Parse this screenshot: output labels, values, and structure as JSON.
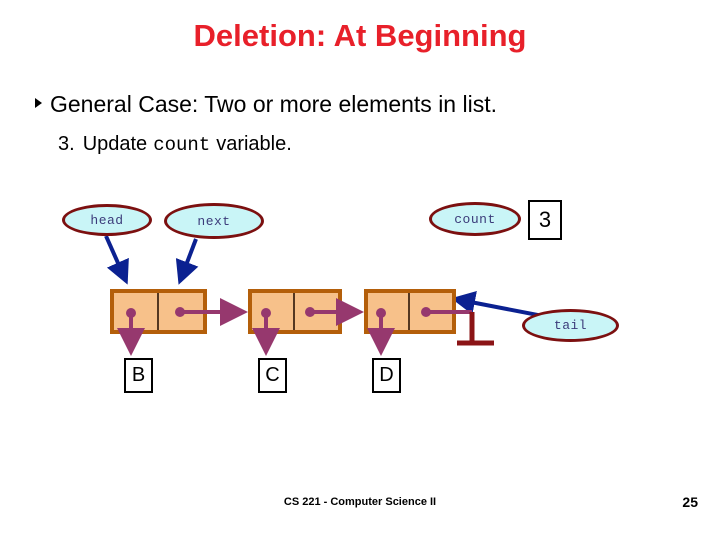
{
  "slide": {
    "title": "Deletion: At Beginning",
    "bullet": {
      "marker": "triangle-bullet",
      "text": "General Case: Two or more elements in list."
    },
    "subpoint": {
      "number": "3.",
      "prefix": "Update",
      "code": "count",
      "suffix": "variable."
    }
  },
  "diagram": {
    "pointer_labels": [
      {
        "id": "head",
        "text": "head"
      },
      {
        "id": "next",
        "text": "next"
      },
      {
        "id": "count",
        "text": "count"
      },
      {
        "id": "tail",
        "text": "tail"
      }
    ],
    "count_value": "3",
    "nodes": [
      {
        "data_label": "B"
      },
      {
        "data_label": "C"
      },
      {
        "data_label": "D"
      }
    ],
    "colors": {
      "title_red": "#e8202a",
      "node_fill": "#f7c18a",
      "node_border": "#b45f0a",
      "pointer_purple": "#96386e",
      "arrow_blue": "#0b2191",
      "ellipse_fill": "#c9f5f7",
      "ellipse_border": "#7c1010",
      "ground_dark_red": "#8b1416"
    }
  },
  "footer": {
    "course": "CS 221 - Computer Science II",
    "page_number": "25"
  }
}
